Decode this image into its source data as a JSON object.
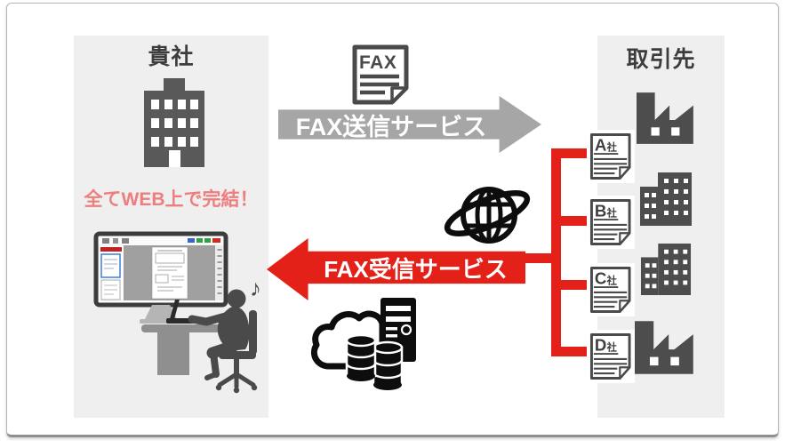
{
  "left_panel": {
    "title": "貴社",
    "tagline": "全てWEB上で完結！",
    "building_icon": "office-building",
    "workstation": {
      "note_glyph": "♪"
    }
  },
  "flows": {
    "fax_document_label": "FAX",
    "send": {
      "label": "FAX送信サービス",
      "direction": "left-to-right"
    },
    "receive": {
      "label": "FAX受信サービス",
      "direction": "right-to-left"
    }
  },
  "right_panel": {
    "title": "取引先",
    "partners": [
      {
        "letter": "A",
        "suffix": "社"
      },
      {
        "letter": "B",
        "suffix": "社"
      },
      {
        "letter": "C",
        "suffix": "社"
      },
      {
        "letter": "D",
        "suffix": "社"
      }
    ]
  },
  "colors": {
    "panel_bg": "#f0efef",
    "icon_gray": "#595959",
    "silhouette_gray": "#4a4a4a",
    "arrow_gray": "#a6a6a6",
    "accent_red": "#e32119",
    "tagline_red": "#ee7d7d",
    "title_text": "#3d3d3d",
    "black_icon": "#0d0d0d"
  }
}
